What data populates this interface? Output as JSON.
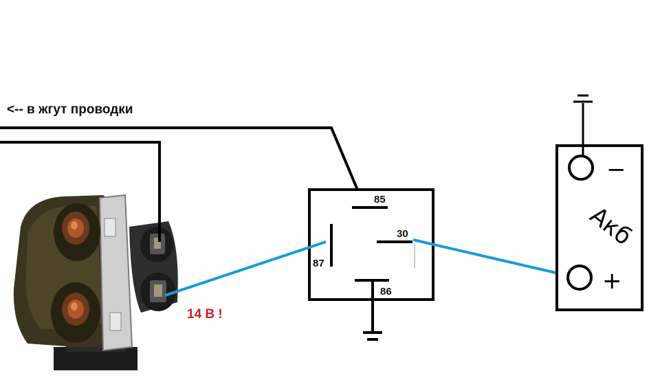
{
  "harness_label": "<-- в жгут проводки",
  "relay": {
    "pin_85": "85",
    "pin_86": "86",
    "pin_87": "87",
    "pin_30": "30"
  },
  "warning_label": "14 В !",
  "battery": {
    "label": "Акб",
    "minus_sign": "−",
    "plus_sign": "+"
  },
  "colors": {
    "wire_black": "#000000",
    "wire_blue": "#1a9bd7",
    "warning": "#d42020"
  },
  "icons": {
    "ignition_coil": "ignition-coil-icon",
    "ground": "ground-icon"
  }
}
